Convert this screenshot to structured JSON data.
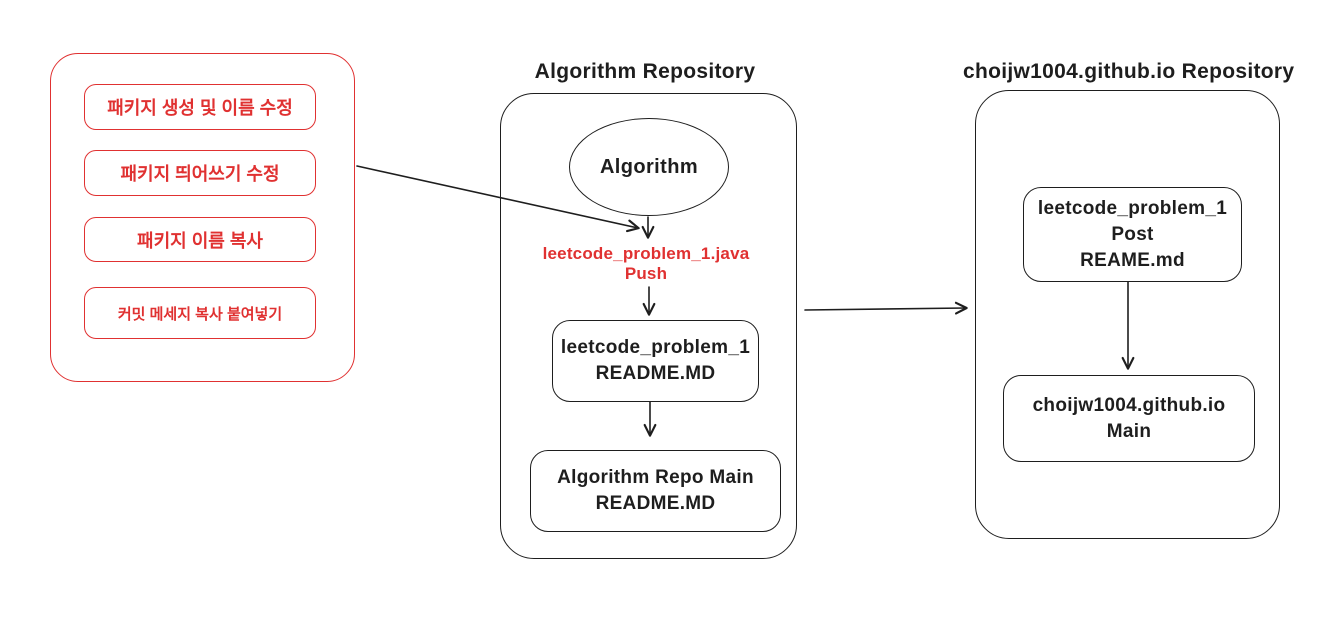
{
  "colors": {
    "ink": "#1e1e1e",
    "accent_red": "#e03131",
    "background": "#ffffff"
  },
  "left_notes": {
    "items": [
      {
        "label": "패키지 생성 및 이름 수정"
      },
      {
        "label": "패키지 띄어쓰기 수정"
      },
      {
        "label": "패키지 이름 복사"
      },
      {
        "label": "커밋 메세지 복사 붙여넣기"
      }
    ]
  },
  "algorithm_repo": {
    "title": "Algorithm Repository",
    "ellipse_label": "Algorithm",
    "push_label": {
      "line1": "leetcode_problem_1.java",
      "line2": "Push"
    },
    "readme_node": {
      "line1": "leetcode_problem_1",
      "line2": "README.MD"
    },
    "main_node": {
      "line1": "Algorithm Repo Main",
      "line2": "README.MD"
    }
  },
  "github_repo": {
    "title": "choijw1004.github.io Repository",
    "post_node": {
      "line1": "leetcode_problem_1",
      "line2": "Post",
      "line3": "REAME.md"
    },
    "main_node": {
      "line1": "choijw1004.github.io",
      "line2": "Main"
    }
  }
}
